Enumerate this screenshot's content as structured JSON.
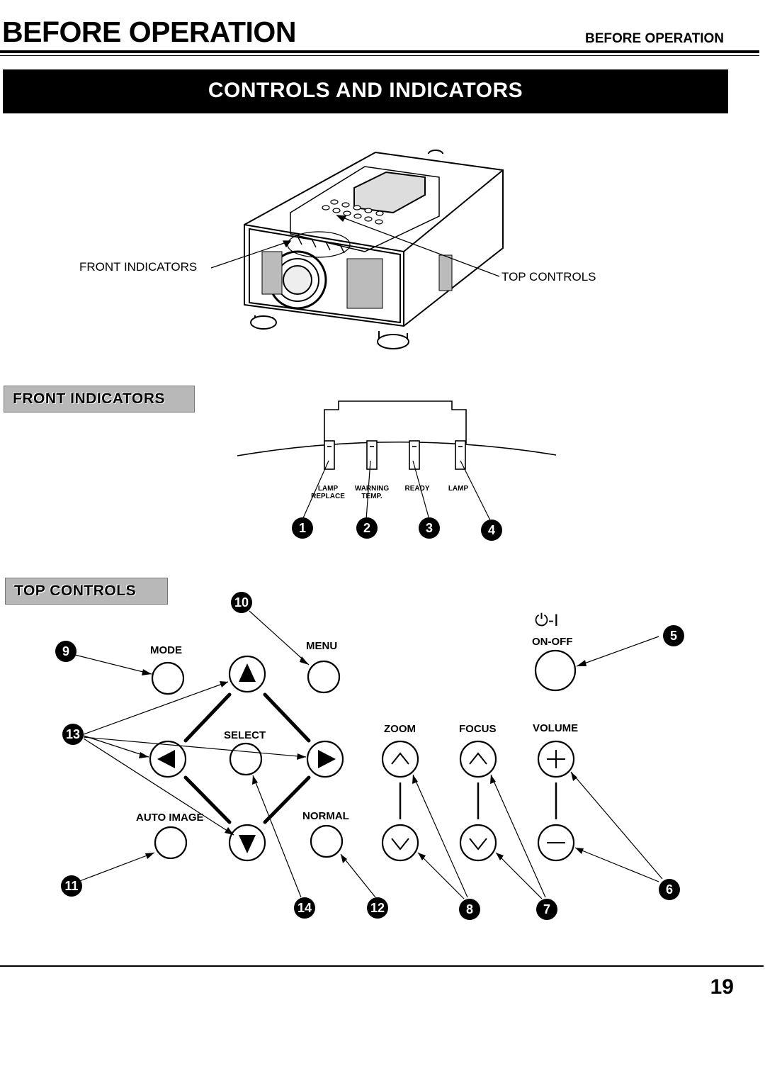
{
  "header": {
    "title": "BEFORE OPERATION",
    "running_head": "BEFORE OPERATION"
  },
  "banner": "CONTROLS AND  INDICATORS",
  "overview": {
    "front_indicators_label": "FRONT INDICATORS",
    "top_controls_label": "TOP CONTROLS"
  },
  "front_indicators": {
    "section_label": "FRONT INDICATORS",
    "items": [
      {
        "number": "1",
        "label_line1": "LAMP",
        "label_line2": "REPLACE"
      },
      {
        "number": "2",
        "label_line1": "WARNING",
        "label_line2": "TEMP."
      },
      {
        "number": "3",
        "label_line1": "READY",
        "label_line2": ""
      },
      {
        "number": "4",
        "label_line1": "LAMP",
        "label_line2": ""
      }
    ]
  },
  "top_controls": {
    "section_label": "TOP CONTROLS",
    "mode": "MODE",
    "menu": "MENU",
    "select": "SELECT",
    "auto_image": "AUTO IMAGE",
    "normal": "NORMAL",
    "zoom": "ZOOM",
    "focus": "FOCUS",
    "volume": "VOLUME",
    "on_off": "ON-OFF",
    "power_symbol": "⏻-I",
    "callouts": [
      "5",
      "6",
      "7",
      "8",
      "9",
      "10",
      "11",
      "12",
      "13",
      "14"
    ]
  },
  "page_number": "19"
}
